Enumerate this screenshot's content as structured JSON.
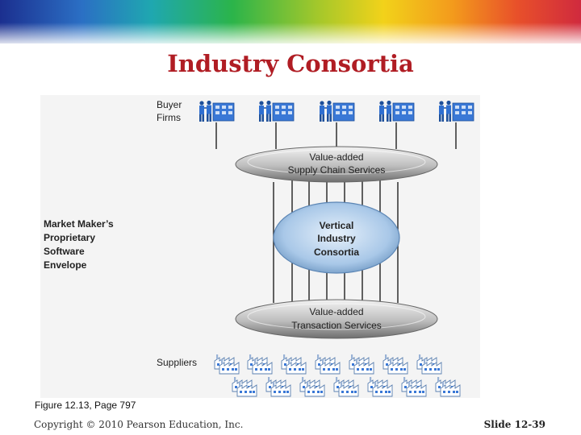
{
  "slide": {
    "title": "Industry Consortia",
    "caption": "Figure 12.13, Page 797",
    "copyright": "Copyright © 2010 Pearson Education, Inc.",
    "number": "Slide 12-39"
  },
  "diagram": {
    "buyer_label_line1": "Buyer",
    "buyer_label_line2": "Firms",
    "envelope_label": [
      "Market Maker’s",
      "Proprietary",
      "Software",
      "Envelope"
    ],
    "top_ellipse": [
      "Value-added",
      "Supply Chain Services"
    ],
    "center_ellipse": [
      "Vertical",
      "Industry",
      "Consortia"
    ],
    "bottom_ellipse": [
      "Value-added",
      "Transaction Services"
    ],
    "suppliers_label": "Suppliers",
    "buyer_icon": "buyer-firm-icon",
    "supplier_icon": "factory-icon",
    "colors": {
      "title": "#b01d24",
      "icon_blue": "#2f6fd0",
      "ellipse_gray": "#8c8c8c",
      "center_blue": "#9ec3e6"
    }
  }
}
